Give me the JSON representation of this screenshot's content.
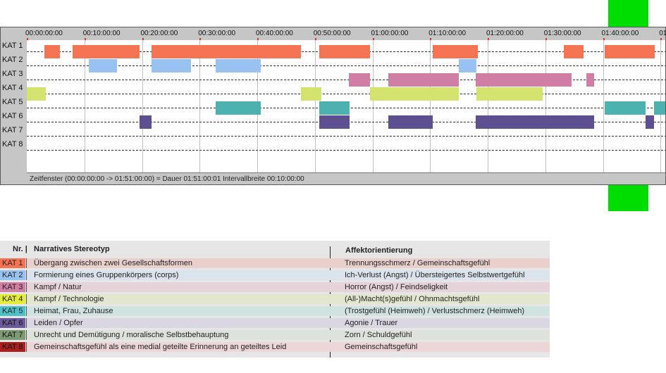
{
  "timeline": {
    "ticks": [
      "00:00:00:00",
      "00:10:00:00",
      "00:20:00:00",
      "00:30:00:00",
      "00:40:00:00",
      "00:50:00:00",
      "01:00:00:00",
      "01:10:00:00",
      "01:20:00:00",
      "01:30:00:00",
      "01:40:00:00",
      "01"
    ],
    "tick_minutes": [
      0,
      10,
      20,
      30,
      40,
      50,
      60,
      70,
      80,
      90,
      100,
      110
    ],
    "categories": [
      {
        "label": "KAT 1",
        "color": "#f47352"
      },
      {
        "label": "KAT 2",
        "color": "#98c2f0"
      },
      {
        "label": "KAT 3",
        "color": "#d07ea4"
      },
      {
        "label": "KAT 4",
        "color": "#d4e36e"
      },
      {
        "label": "KAT 5",
        "color": "#4db1b0"
      },
      {
        "label": "KAT 6",
        "color": "#5e4f91"
      },
      {
        "label": "KAT 7",
        "color": "#7d9a72"
      },
      {
        "label": "KAT 8",
        "color": "#a82020"
      }
    ],
    "segments": [
      {
        "cat": 0,
        "start": 3.1,
        "end": 5.8
      },
      {
        "cat": 0,
        "start": 7.9,
        "end": 19.6
      },
      {
        "cat": 0,
        "start": 21.6,
        "end": 47.6
      },
      {
        "cat": 0,
        "start": 50.8,
        "end": 59.6
      },
      {
        "cat": 0,
        "start": 70.4,
        "end": 78.3
      },
      {
        "cat": 0,
        "start": 93.2,
        "end": 96.6
      },
      {
        "cat": 0,
        "start": 100.3,
        "end": 109.0
      },
      {
        "cat": 1,
        "start": 10.8,
        "end": 15.6
      },
      {
        "cat": 1,
        "start": 21.6,
        "end": 28.5
      },
      {
        "cat": 1,
        "start": 32.8,
        "end": 40.6
      },
      {
        "cat": 1,
        "start": 75.0,
        "end": 78.0
      },
      {
        "cat": 2,
        "start": 55.9,
        "end": 59.6
      },
      {
        "cat": 2,
        "start": 62.7,
        "end": 75.0
      },
      {
        "cat": 2,
        "start": 77.9,
        "end": 94.5
      },
      {
        "cat": 2,
        "start": 97.1,
        "end": 98.5
      },
      {
        "cat": 3,
        "start": 0.0,
        "end": 3.3
      },
      {
        "cat": 3,
        "start": 47.6,
        "end": 51.1
      },
      {
        "cat": 3,
        "start": 59.6,
        "end": 75.0
      },
      {
        "cat": 3,
        "start": 78.0,
        "end": 89.5
      },
      {
        "cat": 4,
        "start": 32.8,
        "end": 40.6
      },
      {
        "cat": 4,
        "start": 50.8,
        "end": 56.0
      },
      {
        "cat": 4,
        "start": 100.3,
        "end": 107.4
      },
      {
        "cat": 4,
        "start": 108.9,
        "end": 111.0
      },
      {
        "cat": 5,
        "start": 19.6,
        "end": 21.6
      },
      {
        "cat": 5,
        "start": 50.8,
        "end": 56.0
      },
      {
        "cat": 5,
        "start": 62.7,
        "end": 70.4
      },
      {
        "cat": 5,
        "start": 77.9,
        "end": 98.5
      },
      {
        "cat": 5,
        "start": 107.4,
        "end": 108.9
      }
    ],
    "status": "Zeitfenster (00:00:00:00 -> 01:51:00:00) = Dauer 01:51:00:01    Intervallbreite 00:10:00:00"
  },
  "legend": {
    "header_nr": "Nr. |",
    "header_stereotype": "Narratives Stereotyp",
    "header_affekt": "Affektorientierung",
    "rows": [
      {
        "badge": "KAT 1",
        "badge_color": "#f47352",
        "row_color": "#ead0cc",
        "stereotype": "Übergang zwischen zwei Gesellschaftsformen",
        "affekt": "Trennungsschmerz / Gemeinschaftsgefühl"
      },
      {
        "badge": "KAT 2",
        "badge_color": "#98c2f0",
        "row_color": "#dbe3ec",
        "stereotype": "Formierung eines Gruppenkörpers (corps)",
        "affekt": "Ich-Verlust (Angst) / Übersteigertes Selbstwertgefühl"
      },
      {
        "badge": "KAT 3",
        "badge_color": "#d07ea4",
        "row_color": "#e6d3da",
        "stereotype": "Kampf / Natur",
        "affekt": "Horror (Angst) / Feindseligkeit"
      },
      {
        "badge": "KAT 4",
        "badge_color": "#e4ec3a",
        "row_color": "#e4e7cf",
        "stereotype": "Kampf / Technologie",
        "affekt": "(All-)Macht(s)gefühl / Ohnmachtsgefühl"
      },
      {
        "badge": "KAT 5",
        "badge_color": "#4dc0c8",
        "row_color": "#d1e3e1",
        "stereotype": "Heimat, Frau, Zuhause",
        "affekt": "(Trostgefühl (Heimweh) / Verlustschmerz (Heimweh)"
      },
      {
        "badge": "KAT 6",
        "badge_color": "#6a5a9a",
        "row_color": "#dad7e2",
        "stereotype": "Leiden / Opfer",
        "affekt": "Agonie / Trauer"
      },
      {
        "badge": "KAT 7",
        "badge_color": "#7d9a72",
        "row_color": "#dde2da",
        "stereotype": "Unrecht und Demütigung / moralische Selbstbehauptung",
        "affekt": "Zorn / Schuldgefühl"
      },
      {
        "badge": "KAT 8",
        "badge_color": "#a82020",
        "row_color": "#ecd6d6",
        "stereotype": "Gemeinschaftsgefühl als eine medial geteilte Erinnerung an geteiltes Leid",
        "affekt": "Gemeinschaftsgefühl"
      }
    ]
  }
}
